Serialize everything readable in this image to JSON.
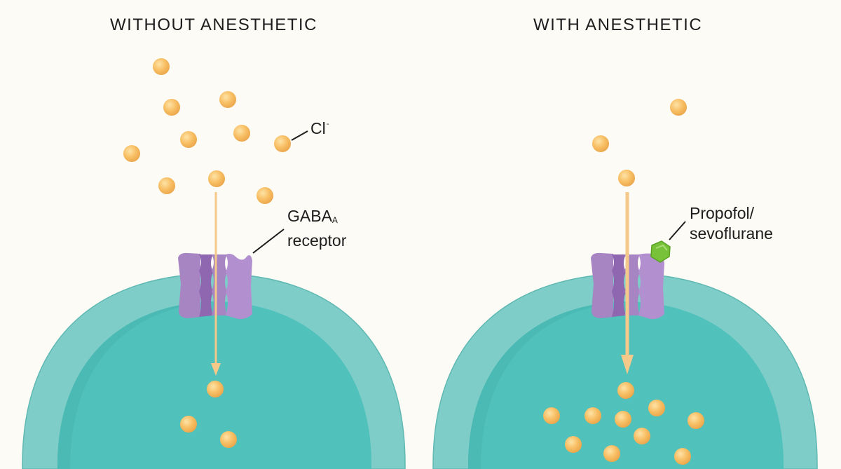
{
  "panels": [
    {
      "title": "WITHOUT ANESTHETIC"
    },
    {
      "title": "WITH ANESTHETIC"
    }
  ],
  "labels": {
    "ion_symbol": "Cl",
    "ion_charge": "-",
    "receptor_name": "GABA",
    "receptor_subscript": "A",
    "receptor_word": "receptor",
    "drug_line1": "Propofol/",
    "drug_line2": "sevoflurane"
  },
  "colors": {
    "background": "#fcfbf6",
    "cell_outer": "#7ecdc8",
    "cell_inner": "#50c1bb",
    "ion": "#f8be63",
    "receptor": "#a784c2",
    "receptor_dark": "#8f66b0",
    "drug": "#78c23a",
    "arrow": "#f4c98a"
  }
}
